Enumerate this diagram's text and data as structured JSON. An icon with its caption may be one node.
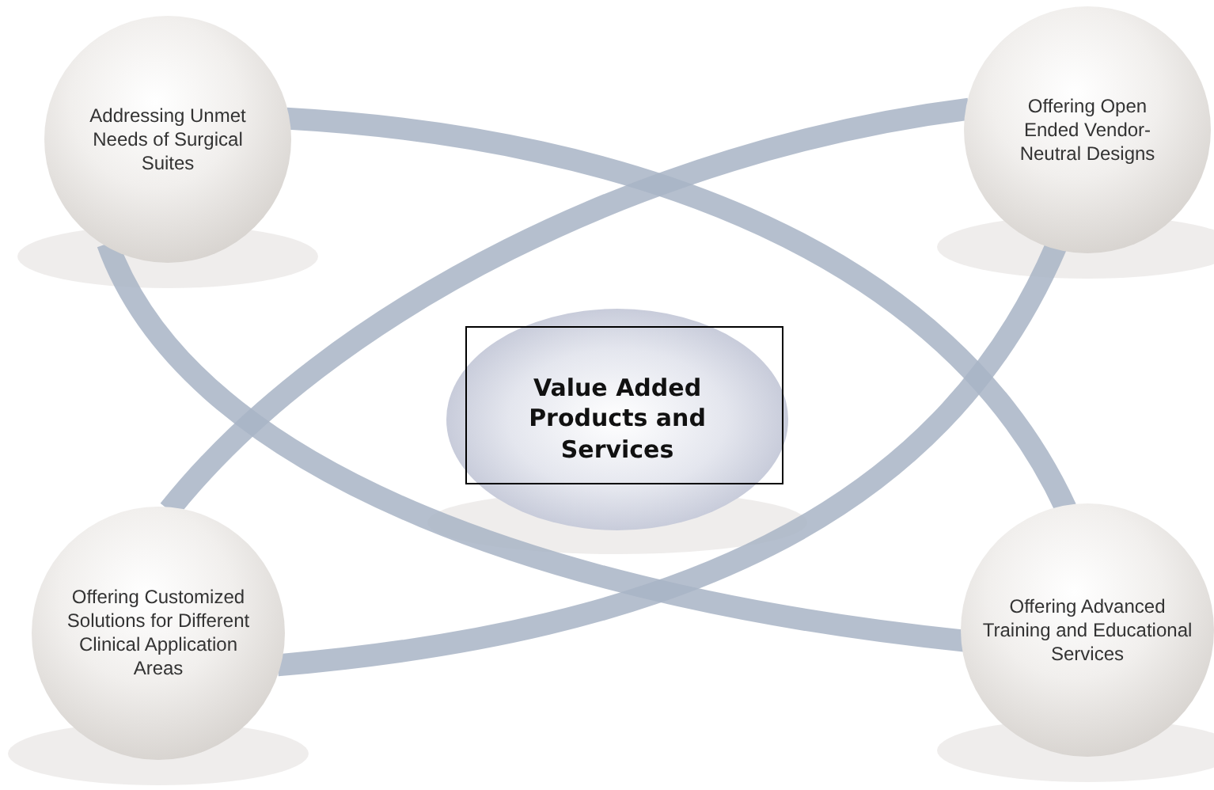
{
  "diagram": {
    "nodes": [
      {
        "text": [
          "Addressing Unmet Needs of Surgical Suites"
        ]
      },
      {
        "text": [
          "Offering Open Ended Vendor-Neutral Designs"
        ]
      },
      {
        "text": [
          "Value Added Products and Services"
        ]
      },
      {
        "text": [
          "Offering Customized Solutions for Different Clinical Application Areas"
        ]
      },
      {
        "text": [
          "Offering Advanced Training and Educational Services"
        ]
      }
    ],
    "edges": [
      {
        "from": 0,
        "to": 4,
        "arrow": "none"
      },
      {
        "from": 0,
        "to": 4,
        "arrow": "none"
      },
      {
        "from": 1,
        "to": 3,
        "arrow": "none"
      },
      {
        "from": 1,
        "to": 3,
        "arrow": "none"
      }
    ]
  }
}
